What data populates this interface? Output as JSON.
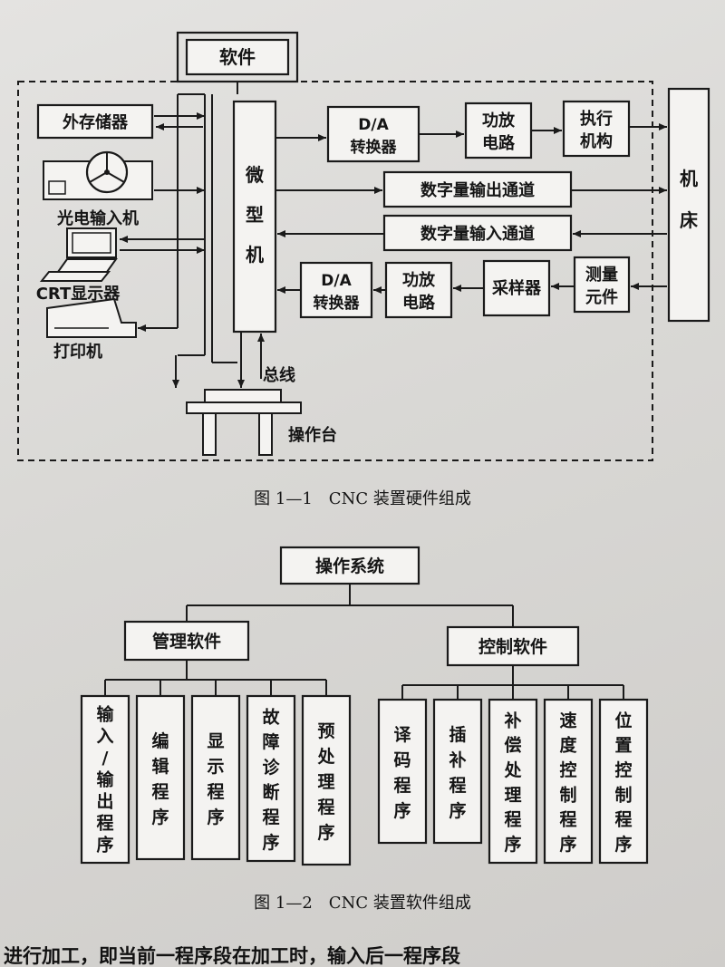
{
  "fig1": {
    "software": "软件",
    "ext_storage": "外存储器",
    "photo_input": "光电输入机",
    "crt": "CRT显示器",
    "printer": "打印机",
    "micro": [
      "微",
      "型",
      "机"
    ],
    "da_top": [
      "D/A",
      "转换器"
    ],
    "amp_top": [
      "功放",
      "电路"
    ],
    "actuator": [
      "执行",
      "机构"
    ],
    "machine": [
      "机",
      "床"
    ],
    "digital_out": "数字量输出通道",
    "digital_in": "数字量输入通道",
    "da_bottom": [
      "D/A",
      "转换器"
    ],
    "amp_bottom": [
      "功放",
      "电路"
    ],
    "sampler": "采样器",
    "measure": [
      "测量",
      "元件"
    ],
    "bus": "总线",
    "console": "操作台",
    "caption": "图 1—1　CNC 装置硬件组成"
  },
  "fig2": {
    "root": "操作系统",
    "mgmt": "管理软件",
    "ctrl": "控制软件",
    "mgmt_children": [
      [
        "输",
        "入",
        "/",
        "输",
        "出",
        "程",
        "序"
      ],
      [
        "编",
        "辑",
        "程",
        "序"
      ],
      [
        "显",
        "示",
        "程",
        "序"
      ],
      [
        "故",
        "障",
        "诊",
        "断",
        "程",
        "序"
      ],
      [
        "预",
        "处",
        "理",
        "程",
        "序"
      ]
    ],
    "ctrl_children": [
      [
        "译",
        "码",
        "程",
        "序"
      ],
      [
        "插",
        "补",
        "程",
        "序"
      ],
      [
        "补",
        "偿",
        "处",
        "理",
        "程",
        "序"
      ],
      [
        "速",
        "度",
        "控",
        "制",
        "程",
        "序"
      ],
      [
        "位",
        "置",
        "控",
        "制",
        "程",
        "序"
      ]
    ],
    "caption": "图 1—2　CNC 装置软件组成"
  },
  "bottom_text": "进行加工，即当前一程序段在加工时，输入后一程序段"
}
